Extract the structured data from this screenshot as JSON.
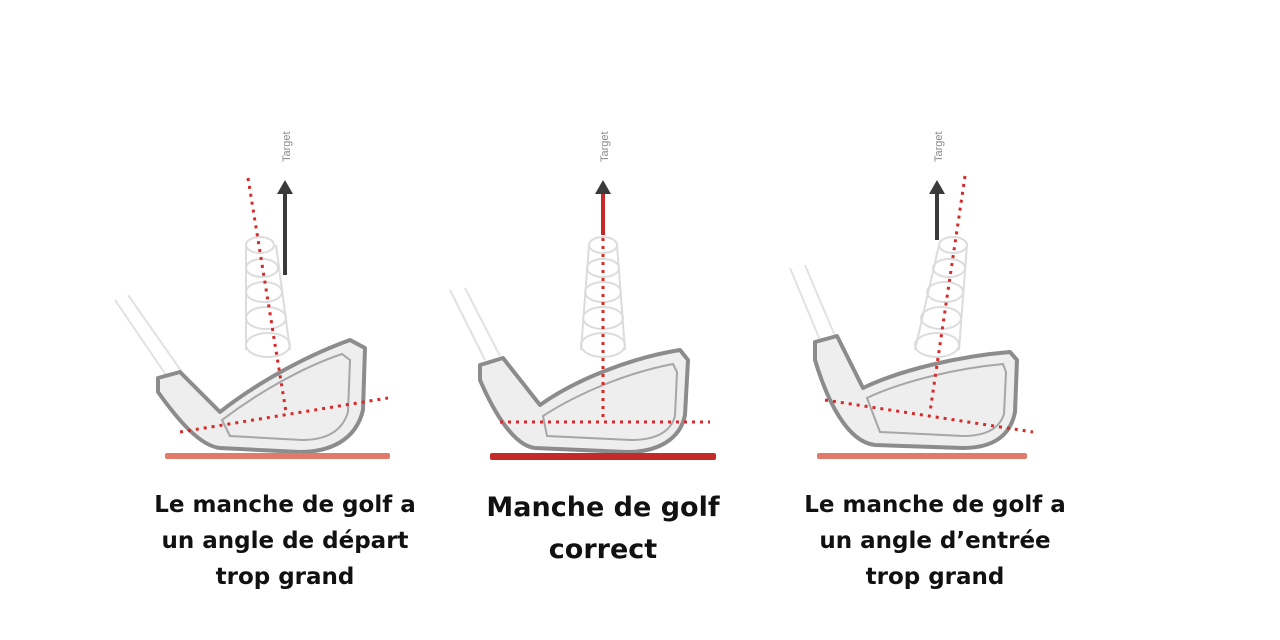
{
  "target_label": "Target",
  "colors": {
    "dotted_line": "#d42a2a",
    "arrow": "#3a3a3a",
    "club_outline": "#8c8c8c",
    "club_fill": "#eeeeee",
    "ground": "#e07a6a",
    "ground_strong": "#c42a2a"
  },
  "panels": [
    {
      "id": "left",
      "caption": "Le manche de golf a un angle de départ trop grand"
    },
    {
      "id": "center",
      "caption": "Manche de golf correct"
    },
    {
      "id": "right",
      "caption": "Le manche de golf a un angle d’entrée trop grand"
    }
  ]
}
